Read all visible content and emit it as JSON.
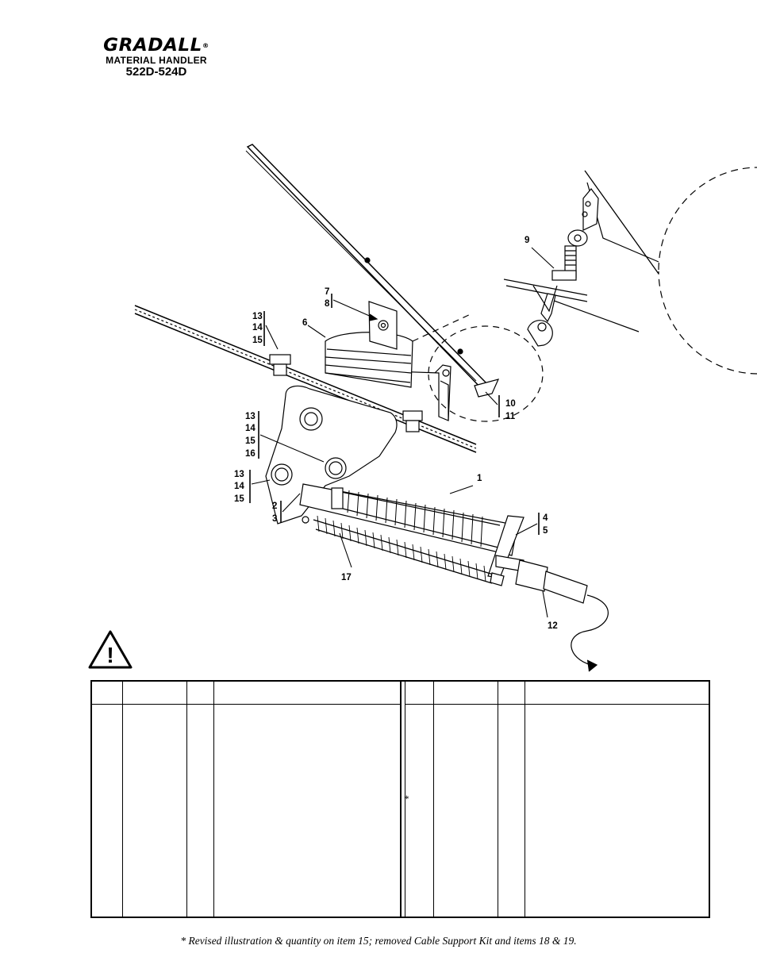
{
  "header": {
    "brand": "GRADALL",
    "registered": "®",
    "subtitle": "MATERIAL HANDLER",
    "model": "522D-524D"
  },
  "diagram": {
    "callouts": [
      {
        "id": "c1",
        "text": "1"
      },
      {
        "id": "c2",
        "text": "2"
      },
      {
        "id": "c3",
        "text": "3"
      },
      {
        "id": "c4",
        "text": "4"
      },
      {
        "id": "c5",
        "text": "5"
      },
      {
        "id": "c6",
        "text": "6"
      },
      {
        "id": "c7",
        "text": "7"
      },
      {
        "id": "c8",
        "text": "8"
      },
      {
        "id": "c9",
        "text": "9"
      },
      {
        "id": "c10",
        "text": "10"
      },
      {
        "id": "c11",
        "text": "11"
      },
      {
        "id": "c12",
        "text": "12"
      },
      {
        "id": "c17",
        "text": "17"
      },
      {
        "id": "g1a",
        "text": "13"
      },
      {
        "id": "g1b",
        "text": "14"
      },
      {
        "id": "g1c",
        "text": "15"
      },
      {
        "id": "g2a",
        "text": "13"
      },
      {
        "id": "g2b",
        "text": "14"
      },
      {
        "id": "g2c",
        "text": "15"
      },
      {
        "id": "g2d",
        "text": "16"
      },
      {
        "id": "g3a",
        "text": "13"
      },
      {
        "id": "g3b",
        "text": "14"
      },
      {
        "id": "g3c",
        "text": "15"
      }
    ]
  },
  "warning": {
    "icon": "warning-triangle-icon",
    "symbol": "!"
  },
  "parts_table": {
    "left_headers": [
      "",
      "",
      "",
      ""
    ],
    "right_headers": [
      "",
      "",
      "",
      ""
    ],
    "revision_mark": "*"
  },
  "footnote": "* Revised illustration & quantity on item 15; removed Cable Support Kit and items 18 & 19."
}
